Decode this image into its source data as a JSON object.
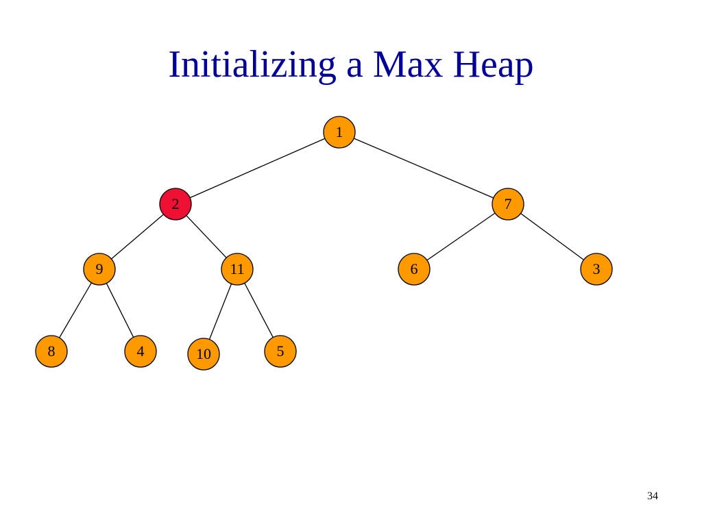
{
  "slide": {
    "title": "Initializing a Max Heap",
    "page_number": "34"
  },
  "colors": {
    "title": "#000099",
    "node_fill": "#ff9900",
    "node_highlight": "#ee1133",
    "node_stroke": "#000000"
  },
  "tree": {
    "nodes": [
      {
        "id": "n1",
        "label": "1",
        "highlighted": false
      },
      {
        "id": "n2",
        "label": "2",
        "highlighted": true
      },
      {
        "id": "n3",
        "label": "7",
        "highlighted": false
      },
      {
        "id": "n4",
        "label": "9",
        "highlighted": false
      },
      {
        "id": "n5",
        "label": "11",
        "highlighted": false
      },
      {
        "id": "n6",
        "label": "6",
        "highlighted": false
      },
      {
        "id": "n7",
        "label": "3",
        "highlighted": false
      },
      {
        "id": "n8",
        "label": "8",
        "highlighted": false
      },
      {
        "id": "n9",
        "label": "4",
        "highlighted": false
      },
      {
        "id": "n10",
        "label": "10",
        "highlighted": false
      },
      {
        "id": "n11",
        "label": "5",
        "highlighted": false
      }
    ],
    "edges": [
      {
        "from": "n1",
        "to": "n2"
      },
      {
        "from": "n1",
        "to": "n3"
      },
      {
        "from": "n2",
        "to": "n4"
      },
      {
        "from": "n2",
        "to": "n5"
      },
      {
        "from": "n3",
        "to": "n6"
      },
      {
        "from": "n3",
        "to": "n7"
      },
      {
        "from": "n4",
        "to": "n8"
      },
      {
        "from": "n4",
        "to": "n9"
      },
      {
        "from": "n5",
        "to": "n10"
      },
      {
        "from": "n5",
        "to": "n11"
      }
    ]
  }
}
